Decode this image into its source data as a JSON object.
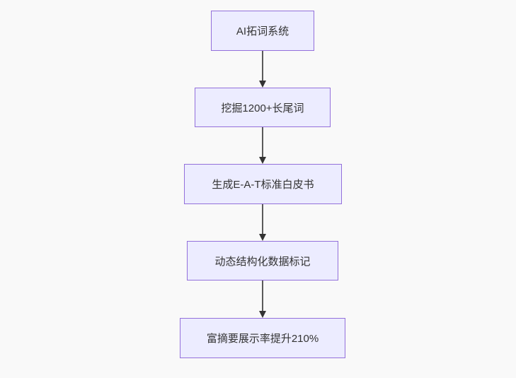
{
  "diagram": {
    "type": "flowchart",
    "direction": "top-down",
    "title": "",
    "nodes": [
      {
        "id": "A",
        "label": "AI拓词系统"
      },
      {
        "id": "B",
        "label": "挖掘1200+长尾词"
      },
      {
        "id": "C",
        "label": "生成E-A-T标准白皮书"
      },
      {
        "id": "D",
        "label": "动态结构化数据标记"
      },
      {
        "id": "E",
        "label": "富摘要展示率提升210%"
      }
    ],
    "edges": [
      {
        "from": "A",
        "to": "B",
        "style": "arrow"
      },
      {
        "from": "B",
        "to": "C",
        "style": "arrow"
      },
      {
        "from": "C",
        "to": "D",
        "style": "arrow"
      },
      {
        "from": "D",
        "to": "E",
        "style": "arrow"
      }
    ],
    "colors": {
      "node_fill": "#ECECFF",
      "node_border": "#9370DB",
      "edge_line": "#5b5b5b",
      "arrowhead": "#333333",
      "text": "#333333",
      "background": "#f9f9f9"
    }
  }
}
